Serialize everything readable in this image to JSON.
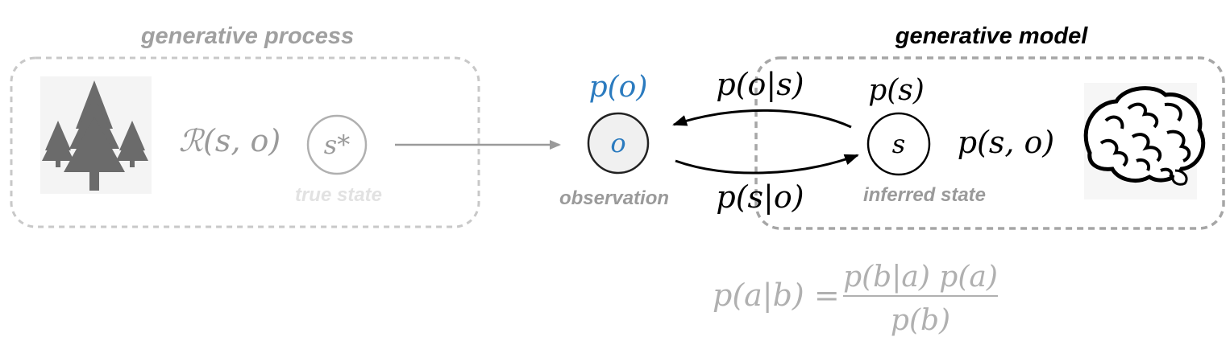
{
  "process": {
    "title": "generative process",
    "distribution": "ℛ(s, o)",
    "node_label": "s*",
    "node_caption": "true state"
  },
  "model": {
    "title": "generative model",
    "prior": "p(s)",
    "joint": "p(s, o)",
    "node_label": "s",
    "node_caption": "inferred state"
  },
  "observation": {
    "marginal": "p(o)",
    "node_label": "o",
    "node_caption": "observation"
  },
  "arrows": {
    "likelihood": "p(o|s)",
    "posterior": "p(s|o)"
  },
  "bayes": {
    "lhs": "p(a|b) =",
    "numerator": "p(b|a) p(a)",
    "denominator": "p(b)"
  },
  "icons": {
    "left": "trees-icon",
    "right": "brain-icon"
  },
  "colors": {
    "process_gray": "#a0a0a0",
    "model_black": "#000000",
    "marginal_blue": "#2b7bbf",
    "observation_fill": "#f0f0f0",
    "dashed_border": "#c8c8c8",
    "dashed_border_dark": "#a6a6a6",
    "caption_light": "#e2e2e2",
    "caption_mid": "#9a9a9a",
    "icon_gray": "#6b6b6b"
  }
}
